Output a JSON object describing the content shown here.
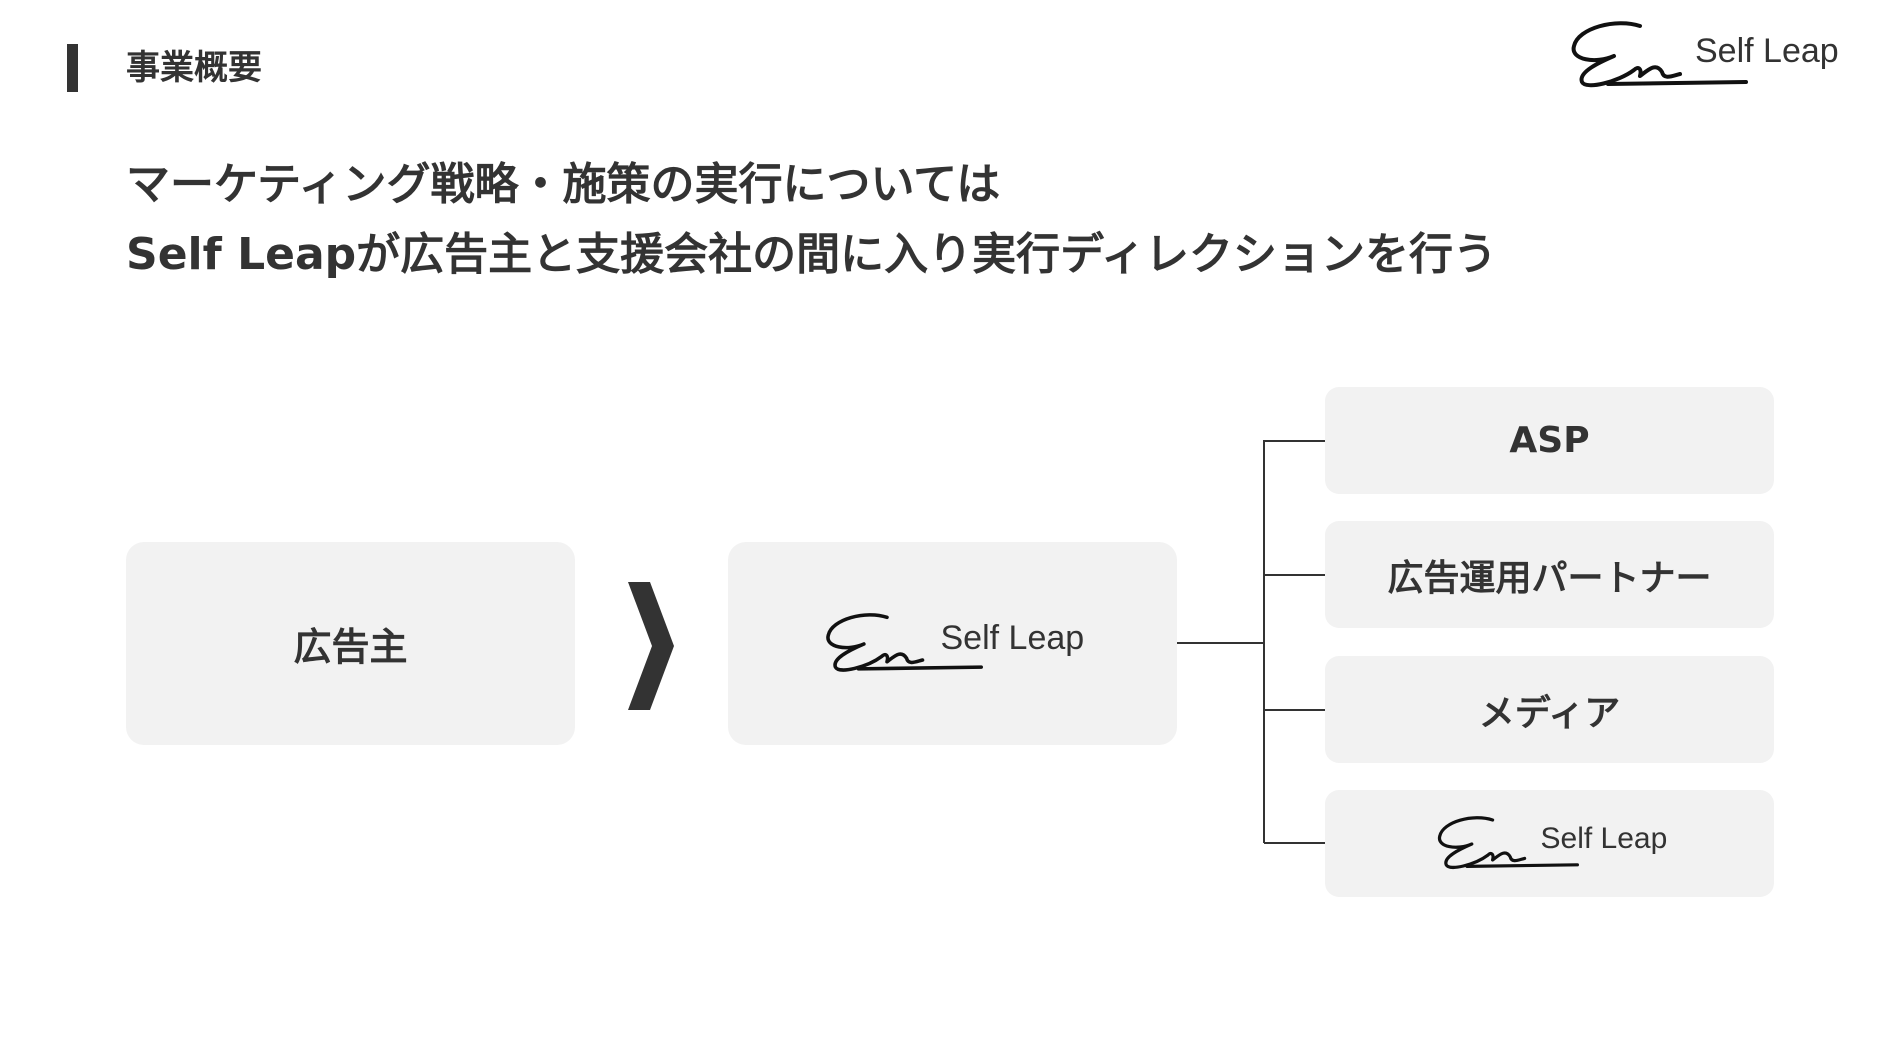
{
  "header": {
    "section_title": "事業概要",
    "brand_name": "Self Leap"
  },
  "headline": {
    "line1": "マーケティング戦略・施策の実行については",
    "line2": "Self Leapが広告主と支援会社の間に入り実行ディレクションを行う"
  },
  "diagram": {
    "advertiser_label": "広告主",
    "hub_brand": "Self Leap",
    "partners": [
      {
        "label": "ASP"
      },
      {
        "label": "広告運用パートナー"
      },
      {
        "label": "メディア"
      },
      {
        "label": "Self Leap"
      }
    ]
  },
  "colors": {
    "text": "#333333",
    "box_bg": "#f2f2f2",
    "line": "#333333"
  },
  "icons": {
    "signature": "signature-logo-icon",
    "flow_arrow": "chevron-right-icon"
  }
}
